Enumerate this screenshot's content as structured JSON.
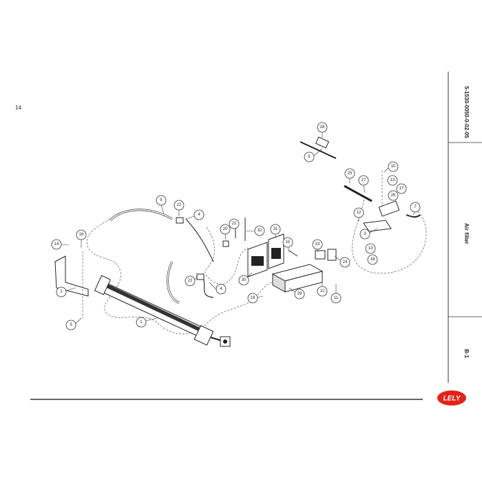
{
  "page_number": "14",
  "document_code": "5-1530-0050-0-02-05",
  "section_title": "Air filter",
  "sheet_id": "B-1",
  "logo_text": "LELY",
  "brand_color": "#e2231a",
  "callouts": [
    "1",
    "2",
    "3",
    "4",
    "4",
    "5",
    "6",
    "7",
    "9",
    "10",
    "11",
    "12",
    "12",
    "13",
    "13",
    "14",
    "15",
    "16",
    "17",
    "18",
    "19",
    "20",
    "21",
    "22",
    "22",
    "23",
    "24",
    "25",
    "26",
    "27",
    "28",
    "29",
    "30",
    "31",
    "32"
  ]
}
